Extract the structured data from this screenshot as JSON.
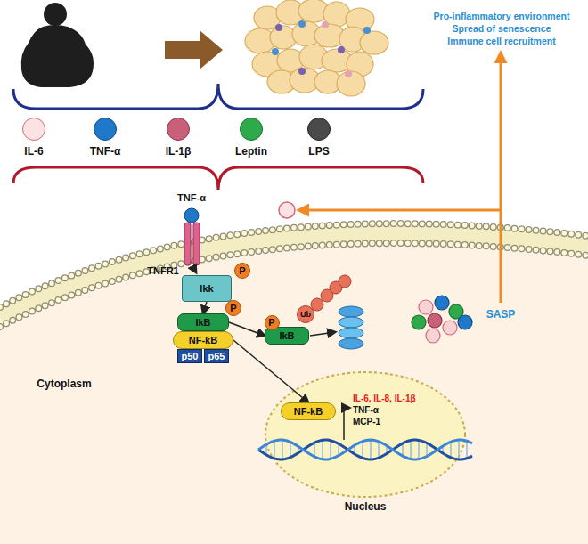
{
  "diagram": {
    "nodes": [
      {
        "text": [
          "Ikk"
        ]
      },
      {
        "text": [
          "P"
        ]
      },
      {
        "text": [
          "IkB"
        ]
      },
      {
        "text": [
          "P"
        ]
      },
      {
        "text": [
          "NF-kB"
        ]
      },
      {
        "text": [
          "p50"
        ]
      },
      {
        "text": [
          "p65"
        ]
      },
      {
        "text": [
          "IkB"
        ]
      },
      {
        "text": [
          "P"
        ]
      },
      {
        "text": [
          "Ub"
        ]
      },
      {
        "text": [
          "NF-kB"
        ]
      }
    ],
    "edges": [
      {
        "from": 0,
        "to": 2,
        "arrow": "to"
      },
      {
        "from": 2,
        "to": 7,
        "arrow": "to"
      },
      {
        "from": 4,
        "to": 10,
        "arrow": "to"
      }
    ],
    "labels": [
      "TNF-α",
      "TNFR1",
      "Cytoplasm",
      "Nucleus",
      "IL-6, IL-8, IL-1β",
      "TNF-α",
      "MCP-1",
      "SASP",
      "Pro-inflammatory environment",
      "Spread of senescence",
      "Immune cell recruitment"
    ],
    "legend": [
      {
        "text": "IL-6",
        "color": "#fbe3e5"
      },
      {
        "text": "TNF-α",
        "color": "#1f78c8"
      },
      {
        "text": "IL-1β",
        "color": "#c9607a"
      },
      {
        "text": "Leptin",
        "color": "#2eaa4a"
      },
      {
        "text": "LPS",
        "color": "#4a4a4a"
      }
    ]
  }
}
